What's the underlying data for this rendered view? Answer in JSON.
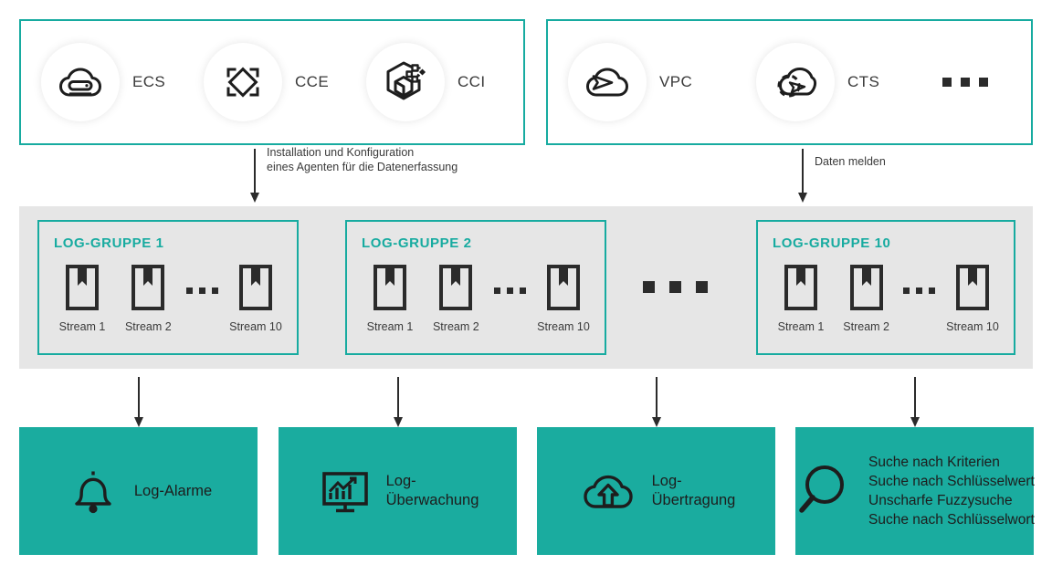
{
  "sources": {
    "group_left": {
      "name": "compute-services-box",
      "services": [
        {
          "id": "ecs",
          "label": "ECS",
          "icon": "cloud-server-icon"
        },
        {
          "id": "cce",
          "label": "CCE",
          "icon": "container-engine-icon"
        },
        {
          "id": "cci",
          "label": "CCI",
          "icon": "container-instance-icon"
        }
      ]
    },
    "group_right": {
      "name": "cloud-services-box",
      "services": [
        {
          "id": "vpc",
          "label": "VPC",
          "icon": "cloud-network-icon"
        },
        {
          "id": "cts",
          "label": "CTS",
          "icon": "cloud-trace-icon"
        }
      ],
      "more_indicator": "more-dots-icon"
    }
  },
  "connectors": [
    {
      "id": "agent-arrow",
      "label": "Installation und Konfiguration\neines Agenten für die Datenerfassung",
      "line1": "Installation und Konfiguration",
      "line2": "eines Agenten für die Datenerfassung"
    },
    {
      "id": "report-arrow",
      "label": "Daten melden",
      "line1": "Daten melden",
      "line2": ""
    }
  ],
  "log_band": {
    "groups": [
      {
        "title": "LOG-GRUPPE 1",
        "streams": [
          {
            "label": "Stream 1",
            "icon": "log-stream-icon"
          },
          {
            "label": "Stream 2",
            "icon": "log-stream-icon"
          },
          {
            "label": "Stream 10",
            "icon": "log-stream-icon"
          }
        ],
        "ellipsis": "stream-ellipsis-icon"
      },
      {
        "title": "LOG-GRUPPE 2",
        "streams": [
          {
            "label": "Stream 1",
            "icon": "log-stream-icon"
          },
          {
            "label": "Stream 2",
            "icon": "log-stream-icon"
          },
          {
            "label": "Stream 10",
            "icon": "log-stream-icon"
          }
        ],
        "ellipsis": "stream-ellipsis-icon"
      },
      {
        "title": "LOG-GRUPPE 10",
        "streams": [
          {
            "label": "Stream 1",
            "icon": "log-stream-icon"
          },
          {
            "label": "Stream 2",
            "icon": "log-stream-icon"
          },
          {
            "label": "Stream 10",
            "icon": "log-stream-icon"
          }
        ],
        "ellipsis": "stream-ellipsis-icon"
      }
    ],
    "group_separator": "group-ellipsis-icon"
  },
  "features": [
    {
      "id": "log-alarms",
      "icon": "bell-icon",
      "text": "Log-Alarme"
    },
    {
      "id": "log-monitoring",
      "icon": "monitor-chart-icon",
      "text": "Log-\nÜberwachung"
    },
    {
      "id": "log-transfer",
      "icon": "cloud-upload-icon",
      "text": "Log-\nÜbertragung"
    },
    {
      "id": "log-search",
      "icon": "magnifier-icon",
      "items": [
        "Suche nach Kriterien",
        "Suche nach Schlüsselwert",
        "Unscharfe Fuzzysuche",
        "Suche nach Schlüsselwort"
      ]
    }
  ],
  "colors": {
    "teal": "#1AAC9F",
    "teal_border": "#17ABA0",
    "band_gray": "#e6e6e6",
    "ink": "#2b2b2b"
  }
}
